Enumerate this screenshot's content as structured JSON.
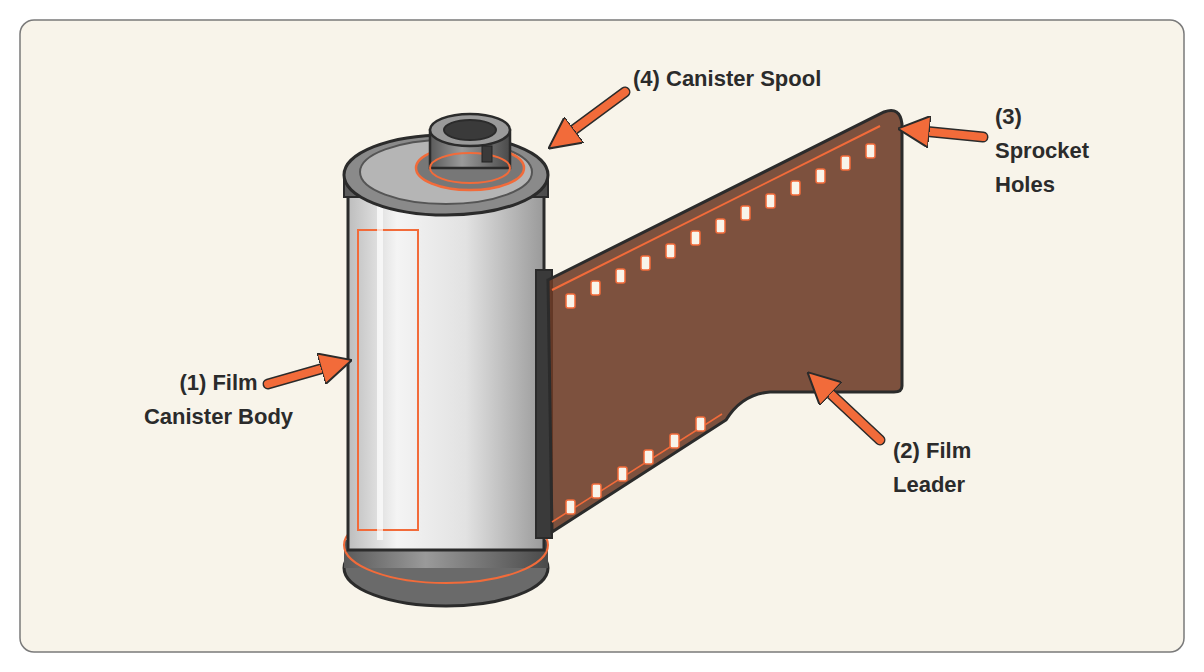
{
  "diagram": {
    "labels": [
      "(4) Canister Spool",
      "(3) Sprocket Holes",
      "(1) Film Canister Body",
      "(2) Film Leader"
    ]
  }
}
